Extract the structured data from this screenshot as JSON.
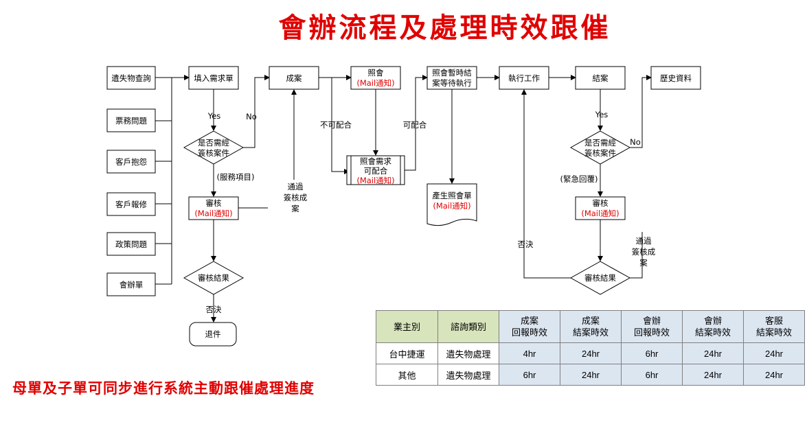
{
  "title": "會辦流程及處理時效跟催",
  "footer": "母單及子單可同步進行系統主動跟催處理進度",
  "nodes": {
    "lost_item": "遺失物查詢",
    "ticket_issue": "票務問題",
    "customer_complaint": "客戶抱怨",
    "customer_repair": "客戶報修",
    "policy_issue": "政策問題",
    "joint_ticket": "會辦單",
    "fill_request": "填入需求單",
    "need_approval_1": "是否需經",
    "need_approval_2": "簽核案件",
    "service_item": "(服務項目)",
    "review": "審核",
    "mail_notice": "(Mail通知)",
    "review_result": "審核結果",
    "rejected": "否決",
    "return_doc": "退件",
    "case_open": "成案",
    "pass_approve_1": "通過",
    "pass_approve_2": "簽核成",
    "pass_approve_3": "案",
    "notify": "照會",
    "notify_req_1": "照會需求",
    "notify_req_2": "可配合",
    "cannot_cooperate": "不可配合",
    "can_cooperate": "可配合",
    "produce_notice": "產生照會單",
    "pause_1": "照會暫時結",
    "pause_2": "案等待執行",
    "execute": "執行工作",
    "close_case": "結案",
    "history": "歷史資料",
    "emergency": "(緊急回覆)",
    "yes": "Yes",
    "no": "No"
  },
  "table": {
    "headers": [
      [
        "業主別"
      ],
      [
        "諮詢類別"
      ],
      [
        "成案",
        "回報時效"
      ],
      [
        "成案",
        "結案時效"
      ],
      [
        "會辦",
        "回報時效"
      ],
      [
        "會辦",
        "結案時效"
      ],
      [
        "客服",
        "結案時效"
      ]
    ],
    "rows": [
      [
        "台中捷運",
        "遺失物處理",
        "4hr",
        "24hr",
        "6hr",
        "24hr",
        "24hr"
      ],
      [
        "其他",
        "遺失物處理",
        "6hr",
        "24hr",
        "6hr",
        "24hr",
        "24hr"
      ]
    ]
  }
}
